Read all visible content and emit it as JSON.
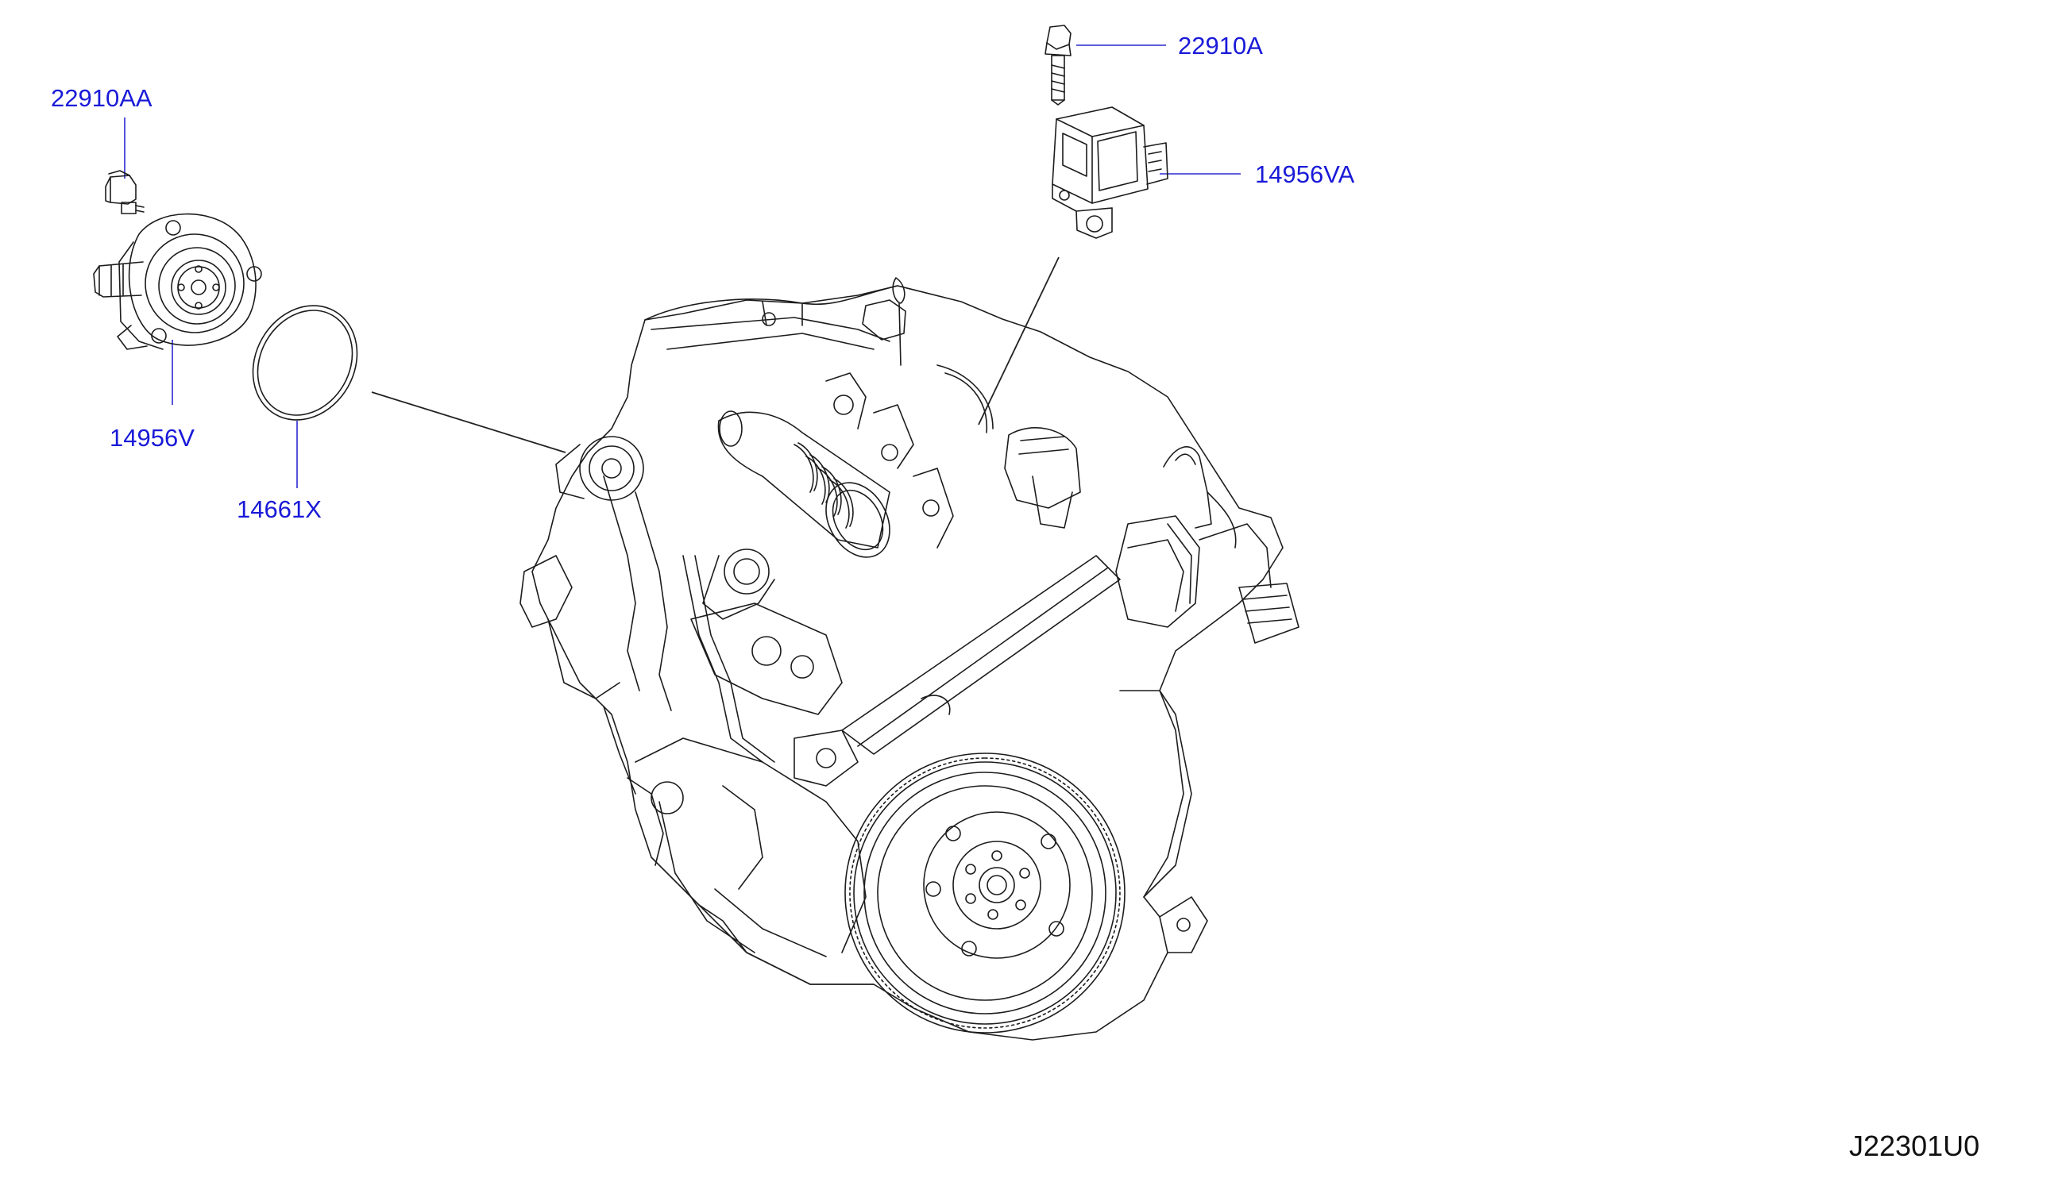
{
  "diagram": {
    "code": "J22301U0",
    "callouts": [
      {
        "id": "bolt-left",
        "part_number": "22910AA"
      },
      {
        "id": "bolt-top",
        "part_number": "22910A"
      },
      {
        "id": "sensor-top",
        "part_number": "14956VA"
      },
      {
        "id": "pump-left",
        "part_number": "14956V"
      },
      {
        "id": "o-ring",
        "part_number": "14661X"
      }
    ]
  },
  "colors": {
    "label": "#1a1ad8",
    "line_art": "#1c1c1c",
    "background": "#ffffff"
  }
}
